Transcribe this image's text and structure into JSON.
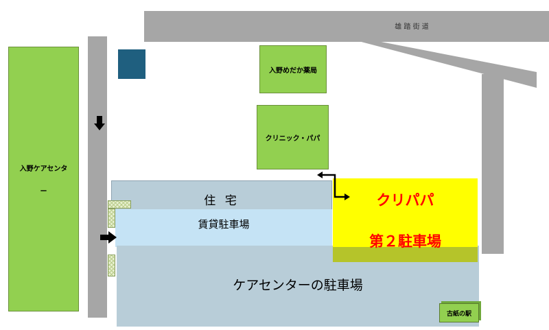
{
  "map": {
    "road_main": "雄 踏 街 道",
    "care_center": {
      "line1": "入野ケアセンタ",
      "line2": "ー"
    },
    "pharmacy": "入野めだか薬局",
    "clinic": "クリニック・パパ",
    "housing": "住 宅",
    "rental_parking": "賃貸駐車場",
    "kuripapa_parking": {
      "line1": "クリパパ",
      "line2": "第２駐車場"
    },
    "care_parking": "ケアセンターの駐車場",
    "recycle_station": "古紙の駅"
  },
  "colors": {
    "road": "#a6a6a6",
    "building_green": "#92d050",
    "highlight_yellow": "#ffff00",
    "highlight_text": "#ff0000",
    "parking_blue_gray": "#b8cdd8",
    "rental_light_blue": "#c5e3f5",
    "dark_square": "#1f5f7f",
    "olive_strip": "#b5c42a"
  },
  "icons": [
    "arrow-down-icon",
    "arrow-right-icon",
    "route-arrow-icon"
  ]
}
